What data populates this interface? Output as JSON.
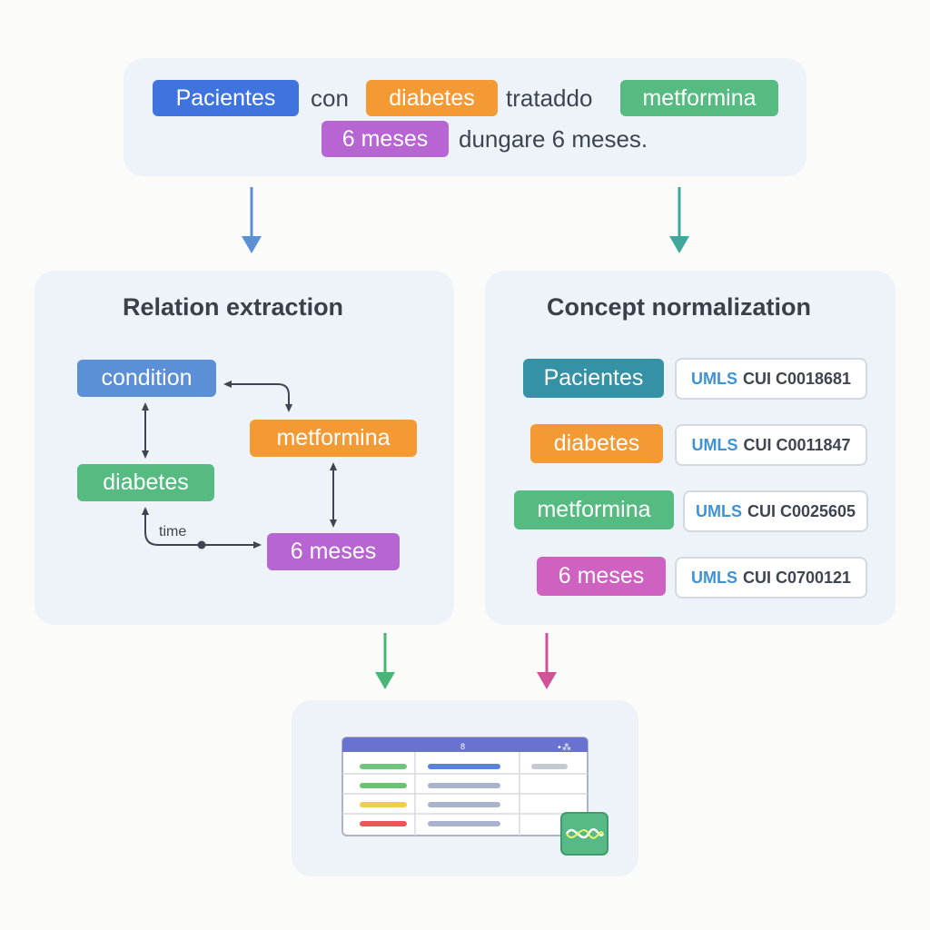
{
  "sentence": {
    "line1": [
      {
        "text": "Pacientes",
        "kind": "tag",
        "color": "#3f73dd"
      },
      {
        "text": "con",
        "kind": "word"
      },
      {
        "text": "diabetes",
        "kind": "tag",
        "color": "#f39a34"
      },
      {
        "text": "trataddo",
        "kind": "word"
      },
      {
        "text": "metformina",
        "kind": "tag",
        "color": "#55bb80"
      }
    ],
    "line2": [
      {
        "text": "6 meses",
        "kind": "tag",
        "color": "#b865d4"
      },
      {
        "text": "dungare 6 meses.",
        "kind": "word"
      }
    ]
  },
  "relation_extraction": {
    "title": "Relation extraction",
    "nodes": {
      "condition": "condition",
      "metformina": "metformina",
      "diabetes": "diabetes",
      "meses": "6 meses"
    },
    "edge_label": "time"
  },
  "concept_normalization": {
    "title": "Concept normalization",
    "rows": [
      {
        "term": "Pacientes",
        "prefix": "UMLS",
        "code": "CUI C0018681",
        "color": "#3592a6"
      },
      {
        "term": "diabetes",
        "prefix": "UMLS",
        "code": "CUI C0011847",
        "color": "#f39a34"
      },
      {
        "term": "metformina",
        "prefix": "UMLS",
        "code": "CUI C0025605",
        "color": "#55bb80"
      },
      {
        "term": "6 meses",
        "prefix": "UMLS",
        "code": "CUI C0700121",
        "color": "#cf62c1"
      }
    ]
  },
  "colors": {
    "arrow_blue": "#5b8fd6",
    "arrow_teal": "#3fa89b",
    "arrow_green": "#47b777",
    "arrow_pink": "#d2529a",
    "table_header": "#6a72cf"
  },
  "output": {
    "header_text": "8",
    "header_dots": "•⁂",
    "icon": "dna-icon",
    "row_colors": [
      "#6cc57a",
      "#69c56f",
      "#f2cd4c",
      "#e8585b"
    ]
  }
}
